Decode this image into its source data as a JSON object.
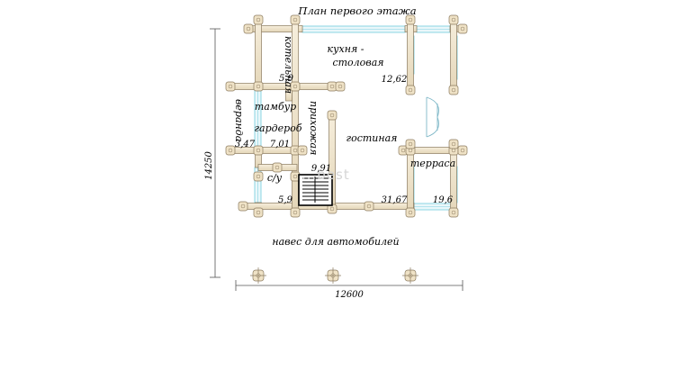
{
  "title": "План первого этажа",
  "rooms": {
    "boiler": "котельная",
    "kitchen_1": "кухня -",
    "kitchen_2": "столовая",
    "vestibule": "тамбур",
    "veranda": "веранда",
    "wardrobe": "гардероб",
    "hall": "прихожая",
    "living": "гостиная",
    "terrace": "терраса",
    "bathroom": "с/у",
    "carport": "навес для автомобилей"
  },
  "areas": {
    "boiler": "5,9",
    "kitchen": "12,62",
    "veranda": "3,47",
    "wardrobe": "7,01",
    "stairs": "9,91",
    "bathroom": "5,9",
    "living": "31,67",
    "terrace": "19,6"
  },
  "dimensions": {
    "height": "14250",
    "width": "12600"
  },
  "watermark": "...best",
  "colors": {
    "log_fill": "#efe4cc",
    "log_stroke": "#8a7a5e",
    "window": "#7fd0e0",
    "dim_line": "#555555"
  }
}
